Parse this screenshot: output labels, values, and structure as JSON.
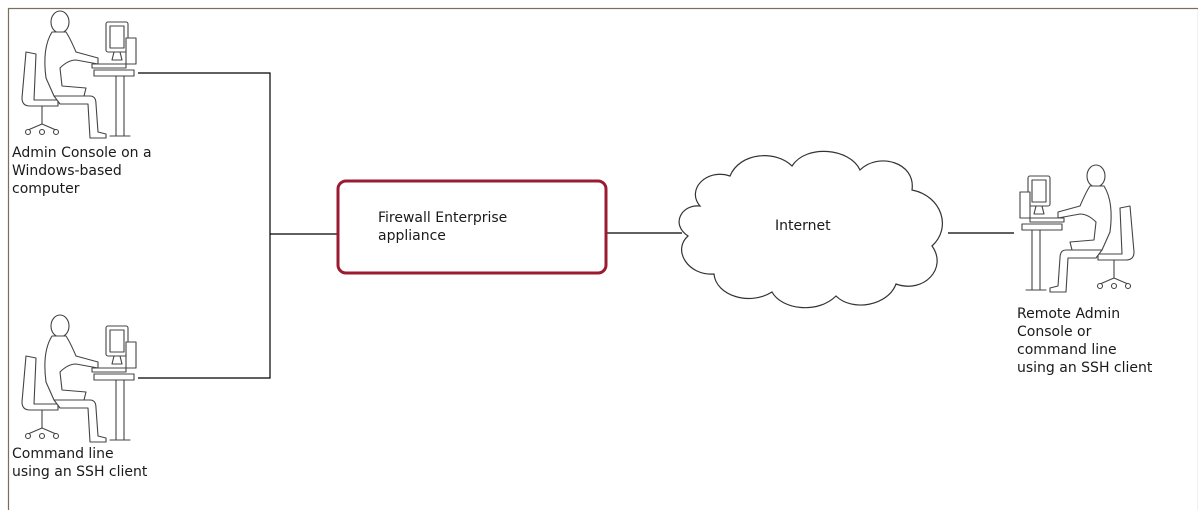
{
  "colors": {
    "frame_border": "#7a6f5a",
    "appliance_border": "#9b1b30",
    "line": "#000000",
    "cloud_stroke": "#333333",
    "figure_stroke": "#444444"
  },
  "nodes": {
    "admin_console": {
      "icon": "person-at-computer-icon",
      "label_lines": [
        "Admin Console on a",
        "Windows-based",
        "computer"
      ]
    },
    "ssh_client": {
      "icon": "person-at-computer-icon",
      "label_lines": [
        "Command line",
        "using an SSH client"
      ]
    },
    "firewall": {
      "label_lines": [
        "Firewall Enterprise",
        "appliance"
      ]
    },
    "internet": {
      "icon": "cloud-icon",
      "label": "Internet"
    },
    "remote_admin": {
      "icon": "person-at-computer-icon",
      "label_lines": [
        "Remote Admin",
        "Console or",
        "command line",
        "using an SSH client"
      ]
    }
  }
}
